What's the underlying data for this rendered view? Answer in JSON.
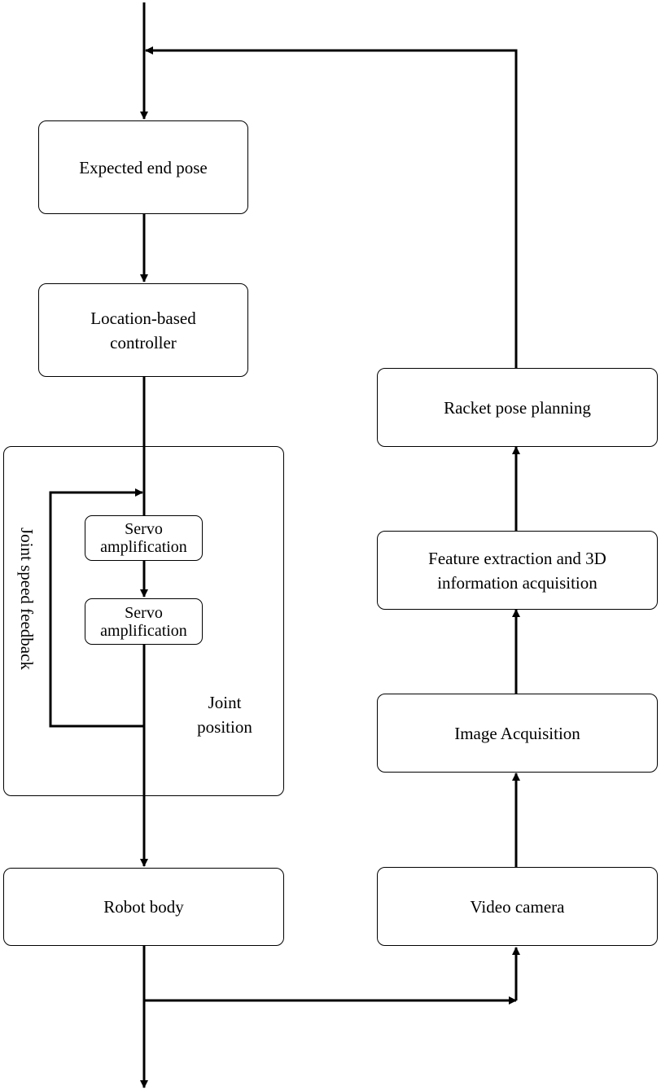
{
  "nodes": {
    "expected_end_pose": "Expected end pose",
    "controller_line1": "Location-based",
    "controller_line2": "controller",
    "servo1_line1": "Servo",
    "servo1_line2": "amplification",
    "servo2_line1": "Servo",
    "servo2_line2": "amplification",
    "robot_body": "Robot body",
    "racket_pose_planning": "Racket pose planning",
    "feature_line1": "Feature extraction and 3D",
    "feature_line2": "information acquisition",
    "image_acquisition": "Image Acquisition",
    "video_camera": "Video camera"
  },
  "labels": {
    "joint_speed_feedback": "Joint speed feedback",
    "joint_position_line1": "Joint",
    "joint_position_line2": "position"
  },
  "colors": {
    "stroke": "#000000",
    "background": "#ffffff"
  }
}
